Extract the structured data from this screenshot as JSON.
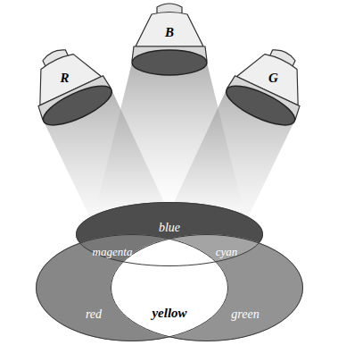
{
  "diagram": {
    "nodes": [
      {
        "text": [
          "R"
        ]
      },
      {
        "text": [
          "B"
        ]
      },
      {
        "text": [
          "G"
        ]
      },
      {
        "text": [
          "blue"
        ]
      },
      {
        "text": [
          "red"
        ]
      },
      {
        "text": [
          "green"
        ]
      }
    ],
    "labels": [
      "magenta",
      "cyan",
      "yellow"
    ]
  }
}
